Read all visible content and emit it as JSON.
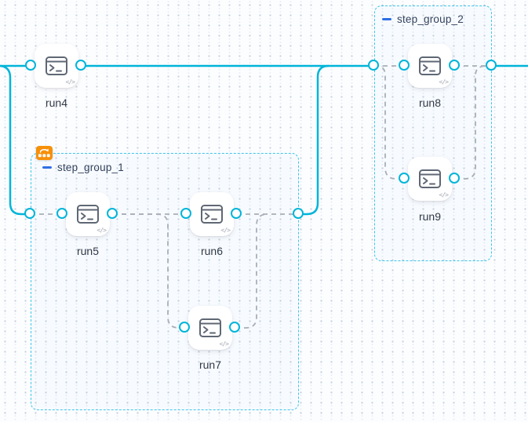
{
  "canvas": {
    "name": "workflow-pipeline-graph"
  },
  "nodes": [
    {
      "id": "run4",
      "label": "run4",
      "icon": "terminal-icon",
      "corner_icon": "code-icon"
    },
    {
      "id": "run5",
      "label": "run5",
      "icon": "terminal-icon",
      "corner_icon": "code-icon"
    },
    {
      "id": "run6",
      "label": "run6",
      "icon": "terminal-icon",
      "corner_icon": "code-icon"
    },
    {
      "id": "run7",
      "label": "run7",
      "icon": "terminal-icon",
      "corner_icon": "code-icon"
    },
    {
      "id": "run8",
      "label": "run8",
      "icon": "terminal-icon",
      "corner_icon": "code-icon"
    },
    {
      "id": "run9",
      "label": "run9",
      "icon": "terminal-icon",
      "corner_icon": "code-icon"
    }
  ],
  "groups": [
    {
      "id": "step_group_1",
      "label": "step_group_1",
      "collapse_icon": "minus-icon",
      "badge_icon": "loop-matrix-icon"
    },
    {
      "id": "step_group_2",
      "label": "step_group_2",
      "collapse_icon": "minus-icon"
    }
  ],
  "icons": {
    "code_glyph": "</>"
  },
  "colors": {
    "edge_solid": "#00b5d9",
    "edge_dashed": "#a9aeb8",
    "group_border": "#3ec5e9",
    "handle_ring": "#00b5d9",
    "badge_orange": "#f79009",
    "collapse_blue": "#2f6fe4",
    "node_label": "#323947",
    "group_label": "#33415c"
  }
}
